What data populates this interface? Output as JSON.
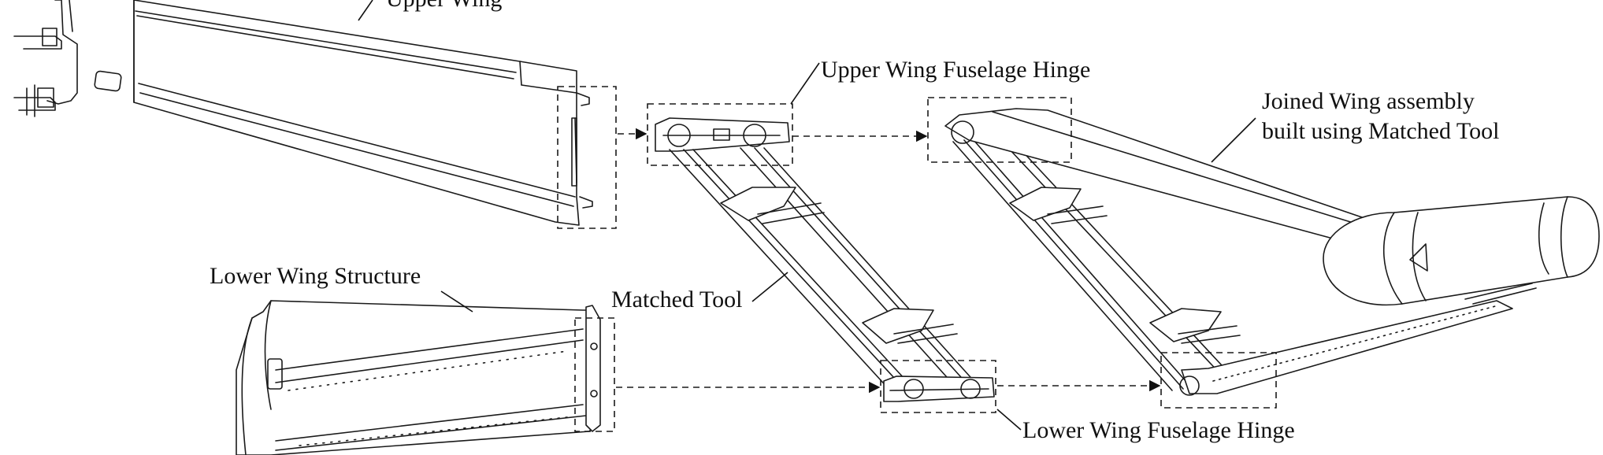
{
  "labels": {
    "upper_wing_top": "Upper Wing",
    "upper_hinge": "Upper Wing Fuselage Hinge",
    "joined_line1": "Joined Wing assembly",
    "joined_line2": "built using Matched Tool",
    "lower_wing": "Lower Wing Structure",
    "matched_tool": "Matched Tool",
    "lower_hinge": "Lower Wing Fuselage Hinge"
  }
}
